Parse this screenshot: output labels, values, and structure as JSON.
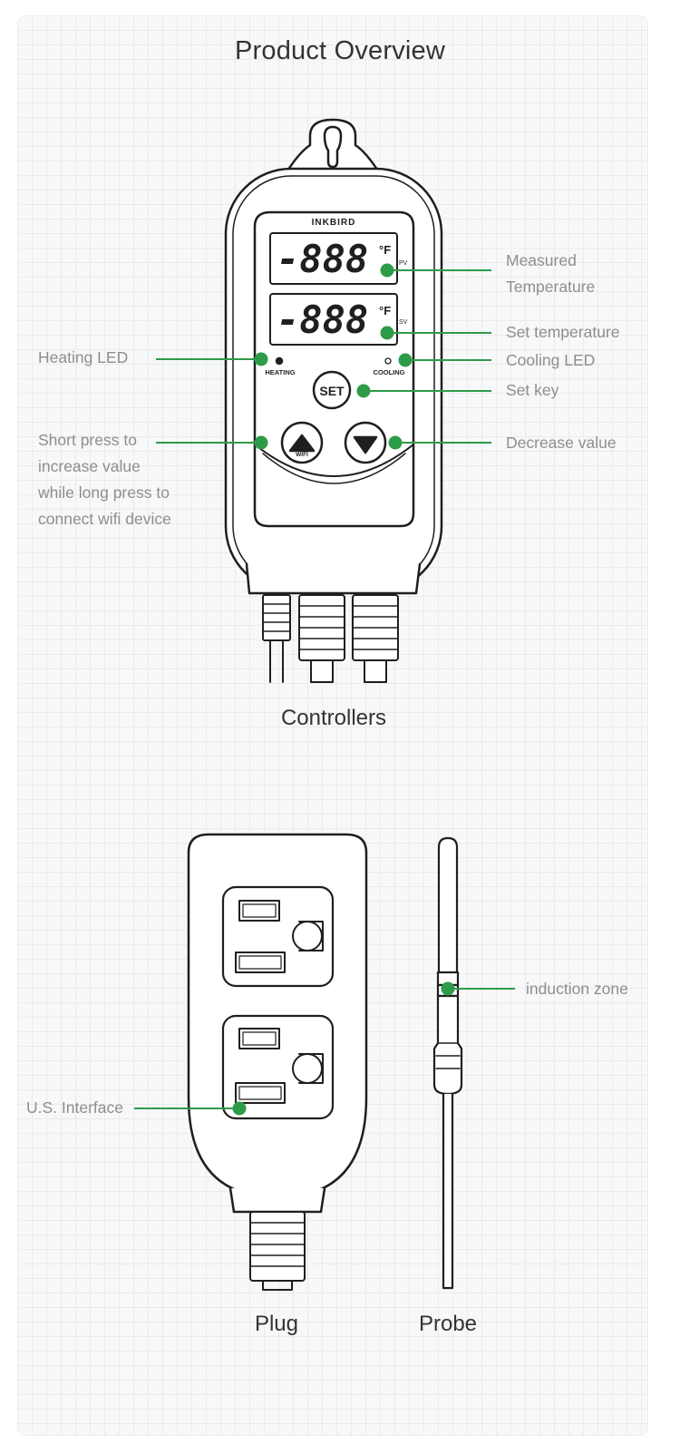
{
  "title": "Product Overview",
  "controller": {
    "brand": "INKBIRD",
    "digits_pv": "-888",
    "digits_sv": "-888",
    "unit_pv": "°F",
    "unit_sv": "°F",
    "pv_tag": "PV",
    "sv_tag": "SV",
    "heating_tag": "HEATING",
    "cooling_tag": "COOLING",
    "set_button": "SET",
    "wifi_tag": "WIFI",
    "caption": "Controllers"
  },
  "labels": {
    "measured_temperature": [
      "Measured",
      "Temperature"
    ],
    "set_temperature": "Set temperature",
    "cooling_led": "Cooling LED",
    "set_key": "Set key",
    "decrease_value": "Decrease value",
    "heating_led": "Heating LED",
    "increase_value": [
      "Short press to",
      "increase value",
      "while long press to",
      "connect wifi device"
    ],
    "us_interface": "U.S. Interface",
    "induction_zone": "induction zone"
  },
  "plug": {
    "caption": "Plug"
  },
  "probe": {
    "caption": "Probe"
  },
  "colors": {
    "accent": "#2e9b48",
    "outline": "#1f1f1f",
    "label": "#8e8e8e",
    "title": "#333333"
  }
}
